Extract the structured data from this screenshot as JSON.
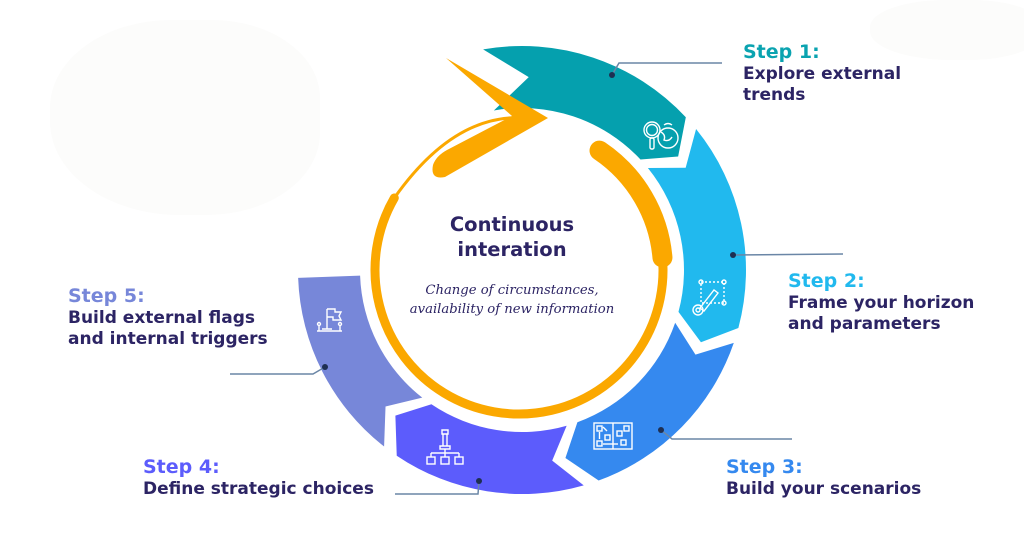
{
  "center": {
    "title_line1": "Continuous",
    "title_line2": "interation",
    "subtitle_line1": "Change of circumstances,",
    "subtitle_line2": "availability of new information"
  },
  "colors": {
    "loop": "#fba800",
    "text_dark": "#2c2464",
    "leader": "#6a86a6"
  },
  "steps": [
    {
      "step": "Step 1:",
      "desc_line1": "Explore external",
      "desc_line2": "trends",
      "color": "#05a0ae",
      "label_color": "#0aa3b0",
      "icon": "magnifier-globe-icon"
    },
    {
      "step": "Step 2:",
      "desc_line1": "Frame your horizon",
      "desc_line2": "and parameters",
      "color": "#21b9ee",
      "label_color": "#21b9ee",
      "icon": "pencil-gear-frame-icon"
    },
    {
      "step": "Step 3:",
      "desc_line1": "Build your scenarios",
      "desc_line2": "",
      "color": "#3589ef",
      "label_color": "#3589ef",
      "icon": "scenario-board-icon"
    },
    {
      "step": "Step 4:",
      "desc_line1": "Define strategic choices",
      "desc_line2": "",
      "color": "#5c5cfc",
      "label_color": "#5c5cfc",
      "icon": "chess-hierarchy-icon"
    },
    {
      "step": "Step 5:",
      "desc_line1": "Build external flags",
      "desc_line2": "and internal triggers",
      "color": "#7787d9",
      "label_color": "#7787d9",
      "icon": "flag-podium-icon"
    }
  ]
}
